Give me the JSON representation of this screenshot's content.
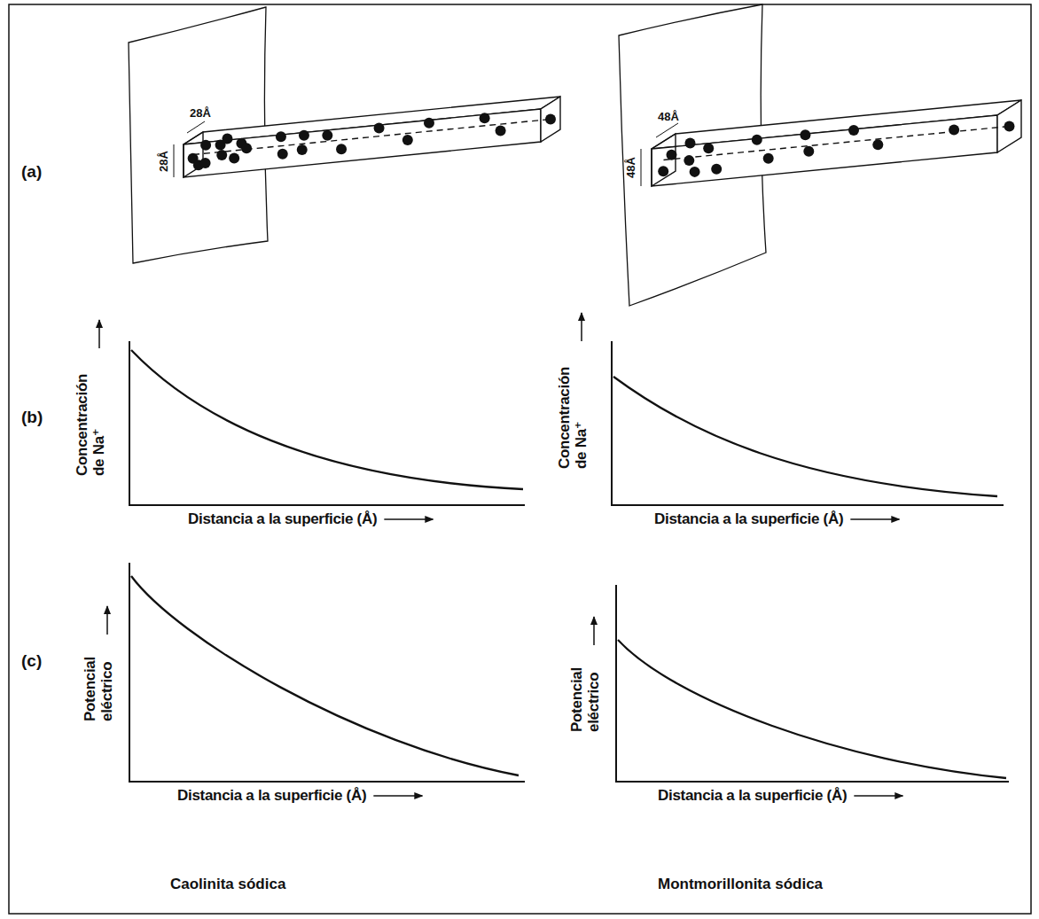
{
  "diagram": {
    "labels": [
      "(a)",
      "28Å",
      "28Å",
      "48Å",
      "48Å",
      "(b)",
      "Concentración de Na⁺",
      "Distancia a la superficie (Å)",
      "Concentración de Na⁺",
      "Distancia a la superficie (Å)",
      "(c)",
      "Potencial eléctrico",
      "Distancia a la superficie (Å)",
      "Potencial eléctrico",
      "Distancia a la superficie (Å)",
      "Caolinita sódica",
      "Montmorillonita sódica"
    ]
  }
}
